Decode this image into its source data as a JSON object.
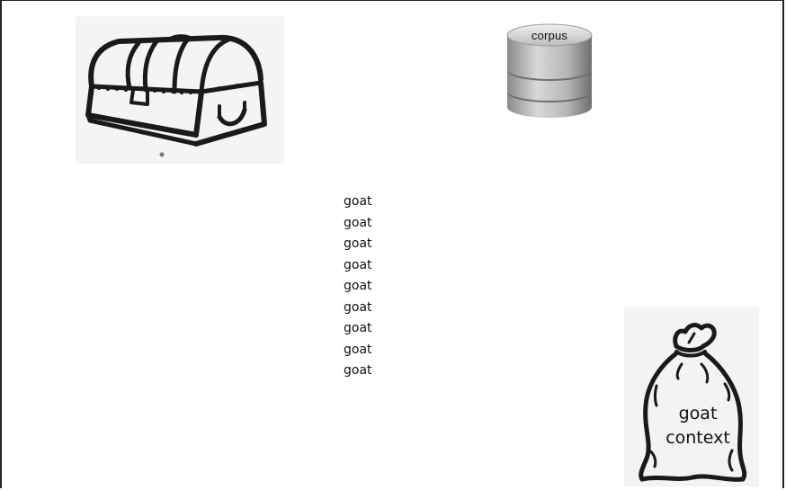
{
  "database": {
    "label": "corpus"
  },
  "words": [
    "goat",
    "goat",
    "goat",
    "goat",
    "goat",
    "goat",
    "goat",
    "goat",
    "goat"
  ],
  "bag": {
    "line1": "goat",
    "line2": "context"
  }
}
